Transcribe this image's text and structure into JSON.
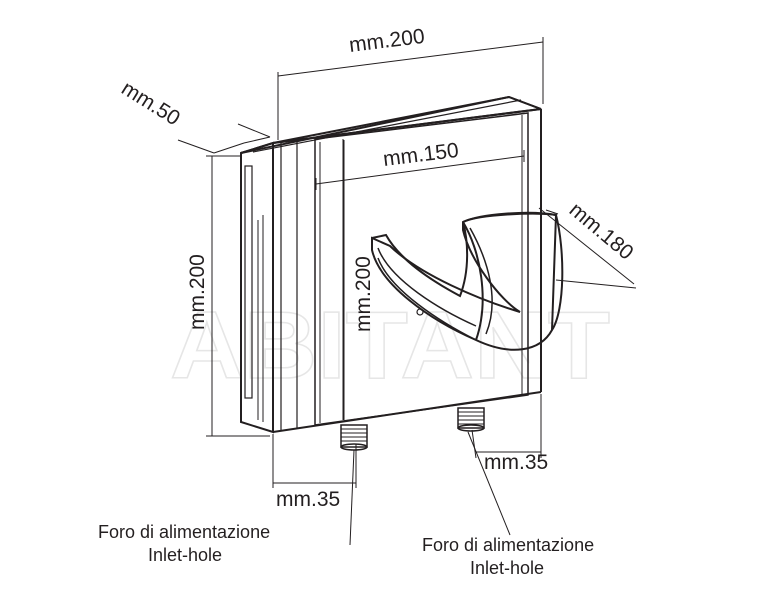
{
  "watermark": "ABITANT",
  "dimensions": {
    "width_top": "mm.200",
    "depth": "mm.50",
    "inner_width": "mm.150",
    "tray_length": "mm.180",
    "height_left": "mm.200",
    "height_front": "mm.200",
    "inlet_left": "mm.35",
    "inlet_right": "mm.35"
  },
  "captions": {
    "left": {
      "it": "Foro di alimentazione",
      "en": "Inlet-hole"
    },
    "right": {
      "it": "Foro di alimentazione",
      "en": "Inlet-hole"
    }
  }
}
